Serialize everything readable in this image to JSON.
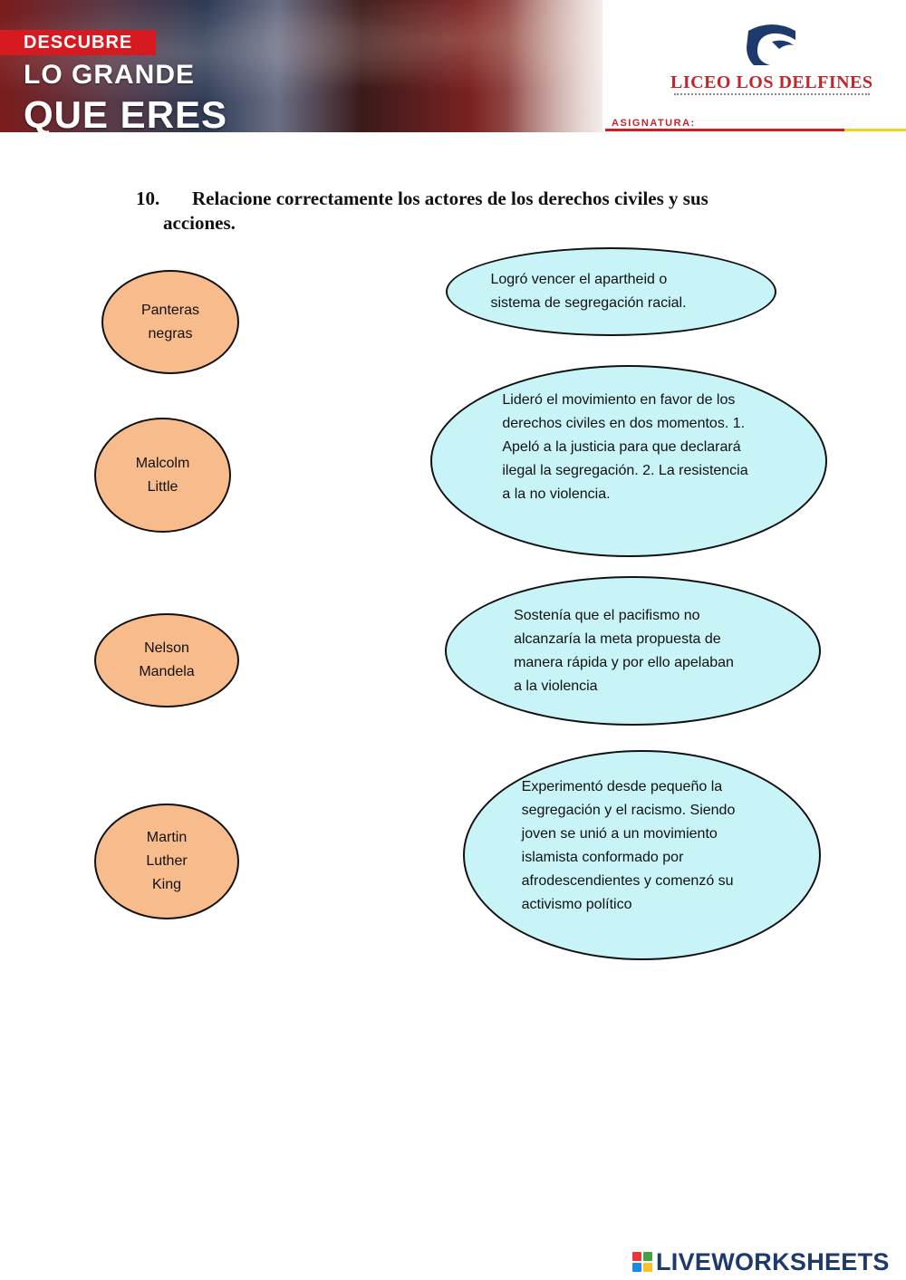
{
  "banner": {
    "tag": "DESCUBRE",
    "line1": "LO GRANDE",
    "line2": "QUE ERES",
    "school_name": "LICEO LOS DELFINES",
    "subject_label": "ASIGNATURA:"
  },
  "question": {
    "number": "10.",
    "text_line1": "Relacione correctamente los actores de los derechos civiles y sus",
    "text_line2": "acciones."
  },
  "actors": [
    {
      "lines": [
        "Panteras",
        "negras"
      ]
    },
    {
      "lines": [
        "Malcolm",
        "Little"
      ]
    },
    {
      "lines": [
        "Nelson",
        "Mandela"
      ]
    },
    {
      "lines": [
        "Martin",
        "Luther",
        "King"
      ]
    }
  ],
  "actions": [
    {
      "lines": [
        "Logró vencer el apartheid o",
        "sistema de segregación racial."
      ]
    },
    {
      "lines": [
        "Lideró el movimiento en favor de los",
        "derechos civiles en dos momentos. 1.",
        "Apeló a la justicia para que declarará",
        "ilegal la segregación. 2. La resistencia",
        "a la no violencia."
      ]
    },
    {
      "lines": [
        "Sostenía que el pacifismo no",
        "alcanzaría la meta propuesta de",
        "manera rápida y por ello apelaban",
        "a la violencia"
      ]
    },
    {
      "lines": [
        "Experimentó desde pequeño la",
        "segregación y el racismo. Siendo",
        "joven se unió a un movimiento",
        "islamista conformado por",
        "afrodescendientes  y comenzó su",
        "activismo político"
      ]
    }
  ],
  "footer": {
    "brand": "LIVEWORKSHEETS"
  },
  "colors": {
    "actor_fill": "#f8bc8c",
    "action_fill": "#c8f4f8",
    "brand_red": "#d71920",
    "brand_navy": "#1e3a6d"
  }
}
